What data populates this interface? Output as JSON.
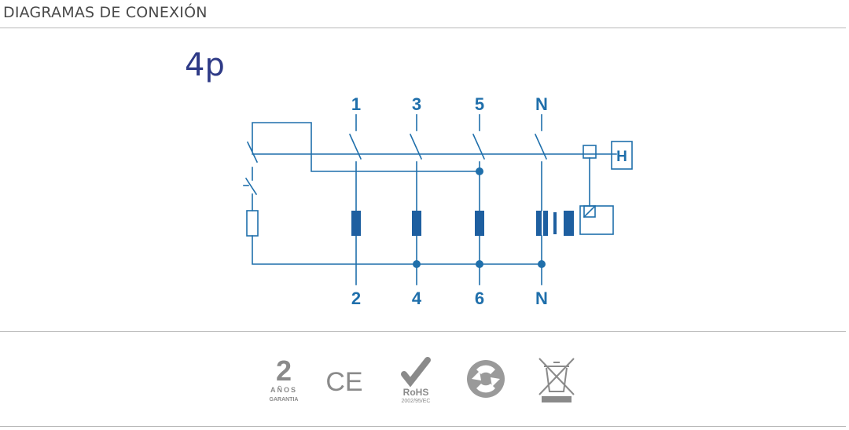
{
  "header": {
    "title": "DIAGRAMAS DE CONEXIÓN"
  },
  "diagram": {
    "pole_label": "4p",
    "top_terminals": [
      "1",
      "3",
      "5",
      "N"
    ],
    "bottom_terminals": [
      "2",
      "4",
      "6",
      "N"
    ],
    "test_button_label": "H",
    "line_color": "#1f6fab",
    "coil_color": "#1e5fa0"
  },
  "certifications": {
    "warranty_number": "2",
    "warranty_line1": "AÑOS",
    "warranty_line2": "GARANTIA",
    "ce_mark": "CE",
    "rohs_label": "RoHS",
    "rohs_directive": "2002/95/EC",
    "icon_color": "#8a8a8a",
    "icons": [
      "warranty-icon",
      "ce-mark-icon",
      "rohs-icon",
      "green-dot-recycling-icon",
      "weee-crossed-bin-icon"
    ]
  }
}
